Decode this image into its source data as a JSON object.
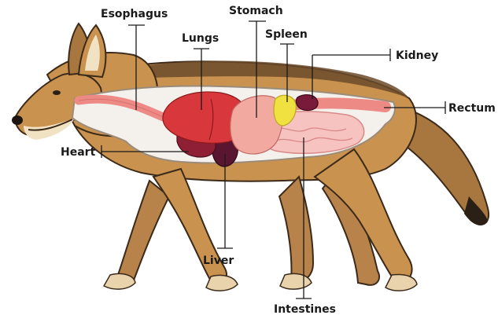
{
  "labels": {
    "esophagus": "Esophagus",
    "stomach": "Stomach",
    "lungs": "Lungs",
    "spleen": "Spleen",
    "kidney": "Kidney",
    "rectum": "Rectum",
    "heart": "Heart",
    "liver": "Liver",
    "intestines": "Intestines"
  },
  "colors": {
    "fur": "#c9924f",
    "fur_dark": "#6b4a2a",
    "fur_light": "#f2e2c4",
    "cavity": "#f4f1ec",
    "lungs": "#d8383b",
    "heart": "#8e1f34",
    "liver": "#5a1630",
    "stomach": "#f2a9a0",
    "spleen": "#f0e040",
    "kidney": "#7a1a3a",
    "intestines": "#f6c3c0",
    "esophagus": "#ee8a86"
  }
}
